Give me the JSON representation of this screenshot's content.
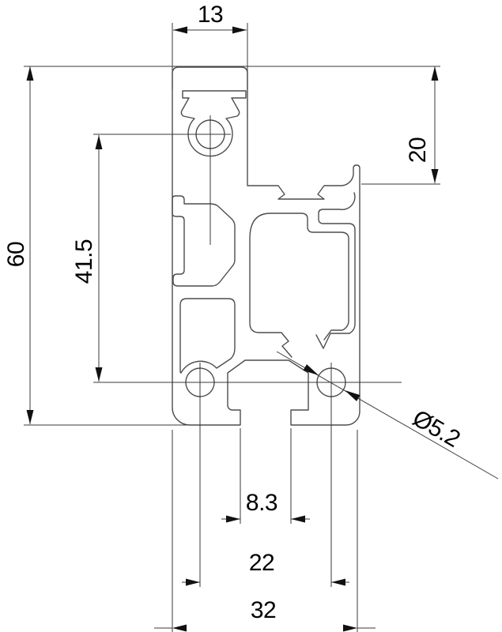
{
  "drawing": {
    "kind": "engineering cross-section dimension drawing",
    "subject": "aluminium T-slot extrusion profile 60x32",
    "background_color": "#ffffff",
    "profile_line_color": "#4d4d4d",
    "dimension_line_color": "#3a3a3a",
    "text_color": "#000000",
    "dimensions": {
      "top_slot_width": "13",
      "right_step_height": "20",
      "overall_height": "60",
      "hole_spacing_vertical": "41.5",
      "hole_diameter": "Ø5.2",
      "bottom_slot_opening": "8.3",
      "bottom_hole_spacing": "22",
      "overall_width": "32"
    }
  }
}
